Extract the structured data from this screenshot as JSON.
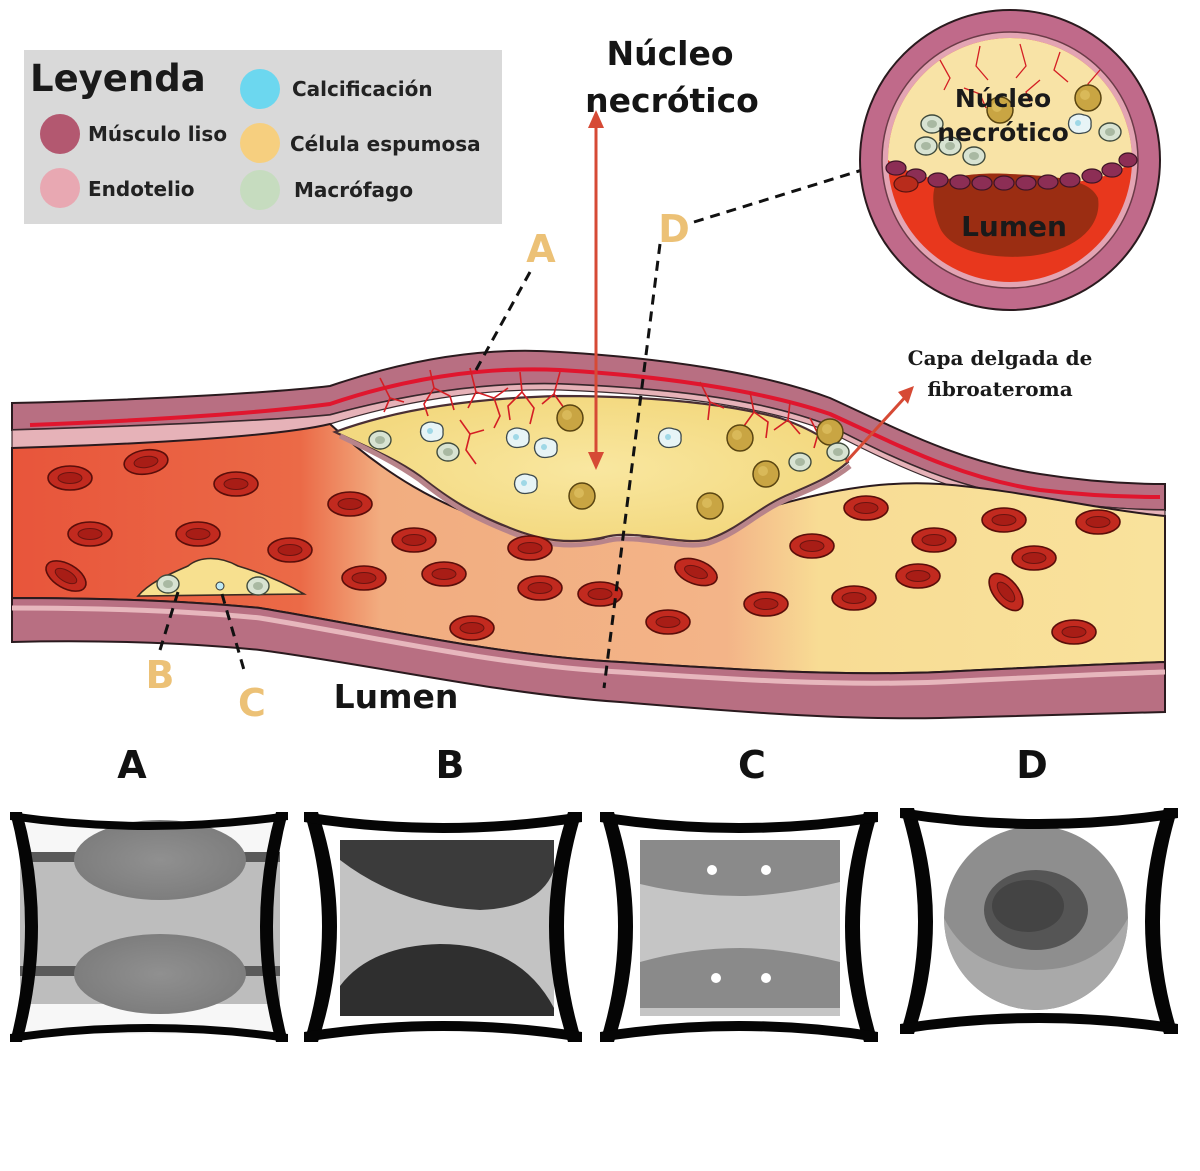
{
  "legend": {
    "title": "Leyenda",
    "items": [
      {
        "label": "Músculo liso",
        "color": "#b35870"
      },
      {
        "label": "Endotelio",
        "color": "#e8a8b2"
      },
      {
        "label": "Calcificación",
        "color": "#6cd7ef"
      },
      {
        "label": "Célula espumosa",
        "color": "#f6cf7f"
      },
      {
        "label": "Macrófago",
        "color": "#c6dcbf"
      }
    ]
  },
  "labels": {
    "necrotic_core": [
      "Núcleo",
      "necrótico"
    ],
    "thin_cap": [
      "Capa delgada de",
      "fibroateroma"
    ],
    "lumen": "Lumen",
    "inset_core": [
      "Núcleo",
      "necrótico"
    ],
    "inset_lumen": "Lumen",
    "marker_a": "A",
    "marker_b": "B",
    "marker_c": "C",
    "marker_d": "D"
  },
  "panels": [
    {
      "letter": "A",
      "icon": "angiographic-view-a-icon"
    },
    {
      "letter": "B",
      "icon": "angiographic-view-b-icon"
    },
    {
      "letter": "C",
      "icon": "angiographic-view-c-icon"
    },
    {
      "letter": "D",
      "icon": "cross-section-view-d-icon"
    }
  ],
  "colors": {
    "muscle": "#b86e82",
    "endothelium": "#e6b2b8",
    "blood": "#e9553c",
    "plaque": "#f7e08f",
    "rbc": "#c4281e",
    "arrow": "#d64a35"
  }
}
